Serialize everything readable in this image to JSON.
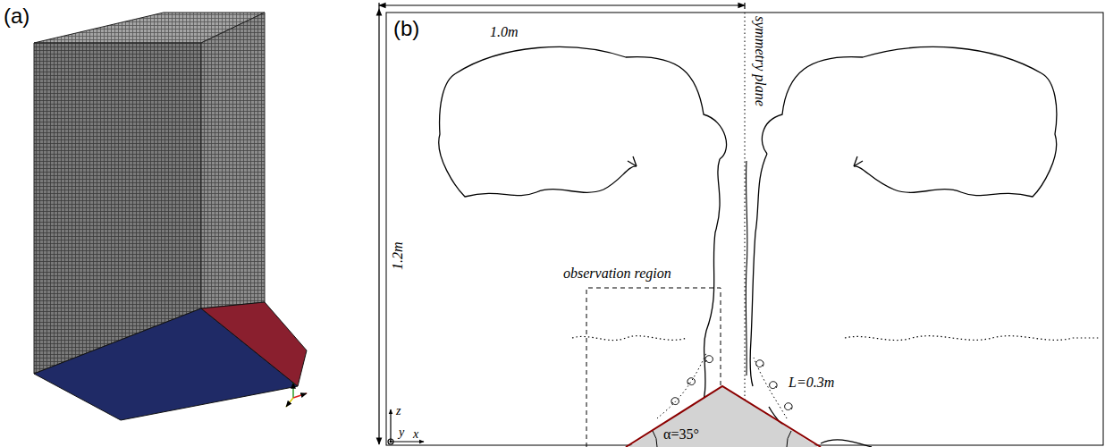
{
  "diagram": {
    "labels": [
      "(a)",
      "(b)",
      "1.0m",
      "1.2m",
      "symmetry plane",
      "observation region",
      "L=0.3m",
      "α=35°",
      "z",
      "y",
      "x"
    ]
  }
}
